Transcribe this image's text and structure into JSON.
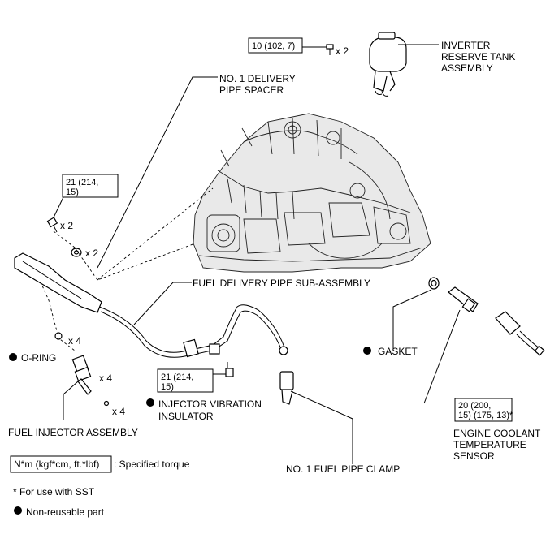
{
  "labels": {
    "inverter_tank": [
      "INVERTER",
      "RESERVE TANK",
      "ASSEMBLY"
    ],
    "delivery_spacer": [
      "NO. 1 DELIVERY",
      "PIPE SPACER"
    ],
    "fuel_delivery_pipe": "FUEL DELIVERY PIPE SUB-ASSEMBLY",
    "o_ring": "O-RING",
    "gasket": "GASKET",
    "fuel_injector": "FUEL INJECTOR ASSEMBLY",
    "injector_vibration": [
      "INJECTOR VIBRATION",
      "INSULATOR"
    ],
    "fuel_pipe_clamp": "NO. 1 FUEL PIPE CLAMP",
    "coolant_sensor": [
      "ENGINE COOLANT",
      "TEMPERATURE",
      "SENSOR"
    ]
  },
  "torques": {
    "inverter_bolt": "10 (102, 7)",
    "delivery_bolt": [
      "21 (214,",
      "15)"
    ],
    "pipe_bolt": [
      "21 (214,",
      "15)"
    ],
    "sensor": [
      "20 (200,",
      "15) (175, 13)*"
    ]
  },
  "quantities": {
    "inverter_bolt": "x 2",
    "delivery_bolt": "x 2",
    "spacer": "x 2",
    "o_ring": "x 4",
    "injector": "x 4",
    "insulator": "x 4"
  },
  "legend": {
    "torque_unit": "N*m (kgf*cm, ft.*lbf)",
    "torque_desc": ": Specified torque",
    "sst_note": "* For use with SST",
    "non_reusable": "Non-reusable part"
  }
}
